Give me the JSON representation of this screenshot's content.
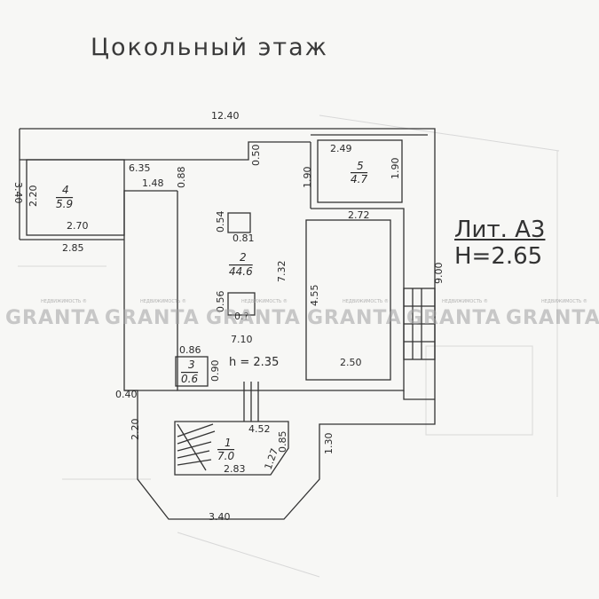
{
  "title": "Цокольный этаж",
  "lit": {
    "line1": "Лит. А3",
    "line2": "Н=2.65"
  },
  "watermark": {
    "brand": "GRANTA",
    "tagline": "НЕДВИЖИМОСТЬ ®"
  },
  "rooms": [
    {
      "id": "room-4",
      "number": "4",
      "area": "5.9"
    },
    {
      "id": "room-5",
      "number": "5",
      "area": "4.7"
    },
    {
      "id": "room-2",
      "number": "2",
      "area": "44.6"
    },
    {
      "id": "room-3",
      "number": "3",
      "area": "0.6"
    },
    {
      "id": "room-1",
      "number": "1",
      "area": "7.0"
    }
  ],
  "dims": {
    "d1240": "12.40",
    "d635": "6.35",
    "d050": "0.50",
    "d340a": "3.40",
    "d220a": "2.20",
    "d270": "2.70",
    "d285": "2.85",
    "d148": "1.48",
    "d088": "0.88",
    "d249": "2.49",
    "d190a": "1.90",
    "d190b": "1.90",
    "d272": "2.72",
    "d054": "0.54",
    "d081": "0.81",
    "d732": "7.32",
    "d455": "4.55",
    "d900": "9.00",
    "d056": "0.56",
    "d0xx": "0.?",
    "d710": "7.10",
    "d086": "0.86",
    "d090": "0.90",
    "h235": "h  =  2.35",
    "d250": "2.50",
    "d040": "0.40",
    "d220b": "2.20",
    "d452": "4.52",
    "d085": "0.85",
    "d127": "1.27",
    "d283": "2.83",
    "d130": "1.30",
    "d340b": "3.40"
  }
}
